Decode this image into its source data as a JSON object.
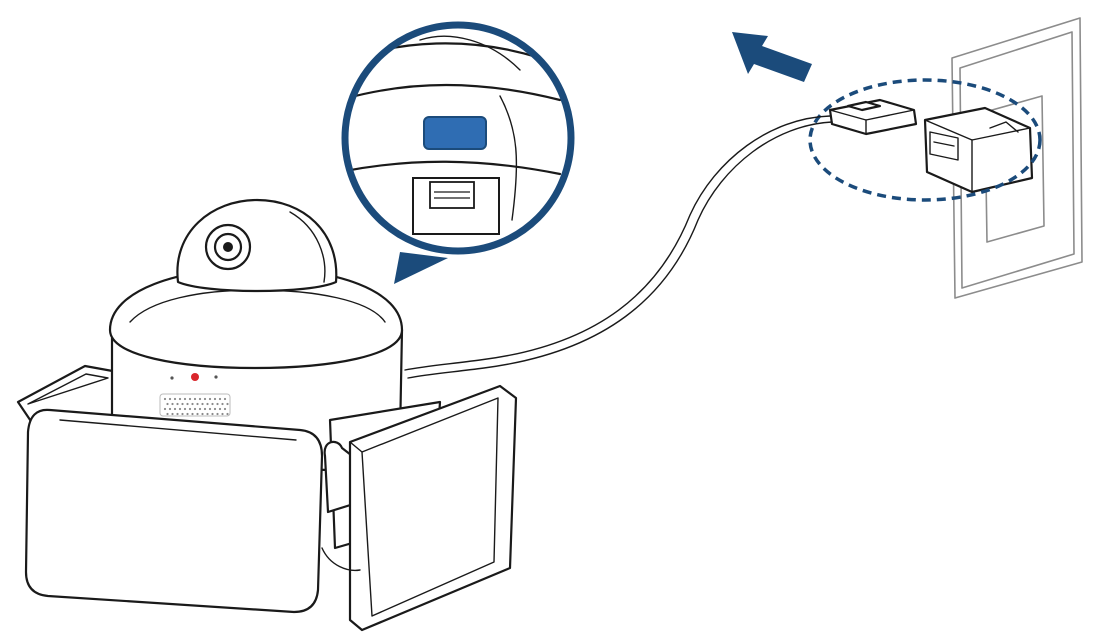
{
  "diagram": {
    "colors": {
      "accent": "#1b4b7b",
      "button_fill": "#2f6db3",
      "status_led": "#d9262c",
      "outline": "#1a1a1a",
      "wall": "#8c8c8c"
    },
    "icons": [
      "camera-device",
      "zoom-callout",
      "reset-button-icon",
      "usb-port-icon",
      "power-cable",
      "power-adapter",
      "wall-outlet",
      "unplug-arrow-icon"
    ]
  }
}
